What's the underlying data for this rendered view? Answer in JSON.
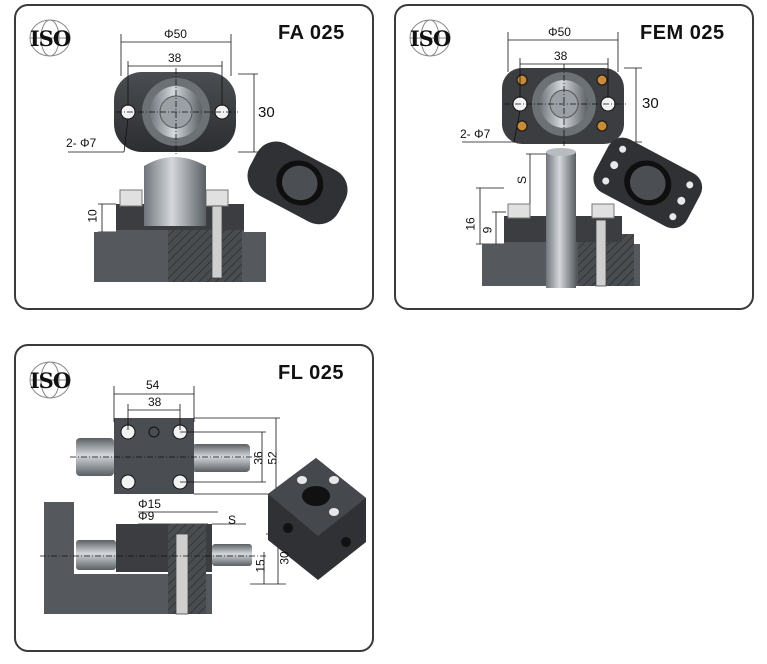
{
  "panels": [
    {
      "id": "fa025",
      "title": "FA 025",
      "logo": "ISO",
      "dims": {
        "outer_diameter": "Φ50",
        "hole_spacing": "38",
        "height": "30",
        "holes": "2- Φ7",
        "thickness": "10"
      }
    },
    {
      "id": "fem025",
      "title": "FEM 025",
      "logo": "ISO",
      "dims": {
        "outer_diameter": "Φ50",
        "hole_spacing": "38",
        "height": "30",
        "holes": "2- Φ7",
        "stroke": "S",
        "dim_16": "16",
        "dim_9": "9"
      }
    },
    {
      "id": "fl025",
      "title": "FL 025",
      "logo": "ISO",
      "dims": {
        "width_outer": "54",
        "width_inner": "38",
        "height_inner": "36",
        "height_outer": "52",
        "bore_outer": "Φ15",
        "bore_inner": "Φ9",
        "stroke": "S",
        "depth": "30",
        "offset": "15"
      }
    }
  ],
  "colors": {
    "border": "#3a3a3a",
    "steel": "#8a9096",
    "dark_metal": "#3b3d40",
    "base": "#55585c"
  }
}
